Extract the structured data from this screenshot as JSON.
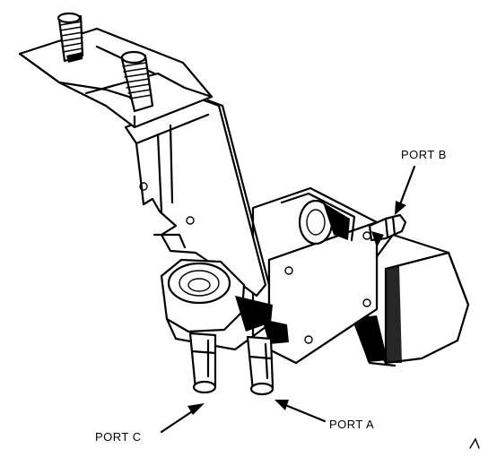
{
  "labels": {
    "port_b": "PORT B",
    "port_c": "PORT C",
    "port_a": "PORT A"
  },
  "colors": {
    "ink": "#000000",
    "paper": "#ffffff"
  }
}
